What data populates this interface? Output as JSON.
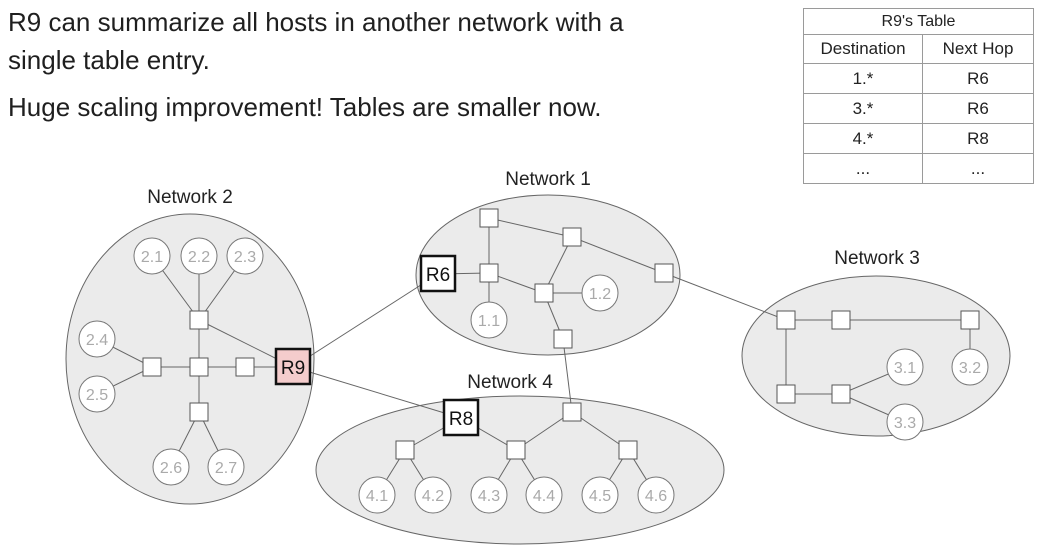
{
  "text": {
    "line1": "R9 can summarize all hosts in another network with a single table entry.",
    "line2": "Huge scaling improvement! Tables are smaller now."
  },
  "table": {
    "caption": "R9's Table",
    "headers": [
      "Destination",
      "Next Hop"
    ],
    "rows": [
      [
        "1.*",
        "R6"
      ],
      [
        "3.*",
        "R6"
      ],
      [
        "4.*",
        "R8"
      ],
      [
        "...",
        "..."
      ]
    ]
  },
  "networks": {
    "n1": "Network 1",
    "n2": "Network 2",
    "n3": "Network 3",
    "n4": "Network 4"
  },
  "routers": {
    "r6": "R6",
    "r8": "R8",
    "r9": "R9"
  },
  "hosts": {
    "h1_1": "1.1",
    "h1_2": "1.2",
    "h2_1": "2.1",
    "h2_2": "2.2",
    "h2_3": "2.3",
    "h2_4": "2.4",
    "h2_5": "2.5",
    "h2_6": "2.6",
    "h2_7": "2.7",
    "h3_1": "3.1",
    "h3_2": "3.2",
    "h3_3": "3.3",
    "h4_1": "4.1",
    "h4_2": "4.2",
    "h4_3": "4.3",
    "h4_4": "4.4",
    "h4_5": "4.5",
    "h4_6": "4.6"
  },
  "colors": {
    "cloud_fill": "#ebebeb",
    "r9_fill": "#f4cccc",
    "host_text": "#aaaaaa",
    "line": "#666666"
  }
}
